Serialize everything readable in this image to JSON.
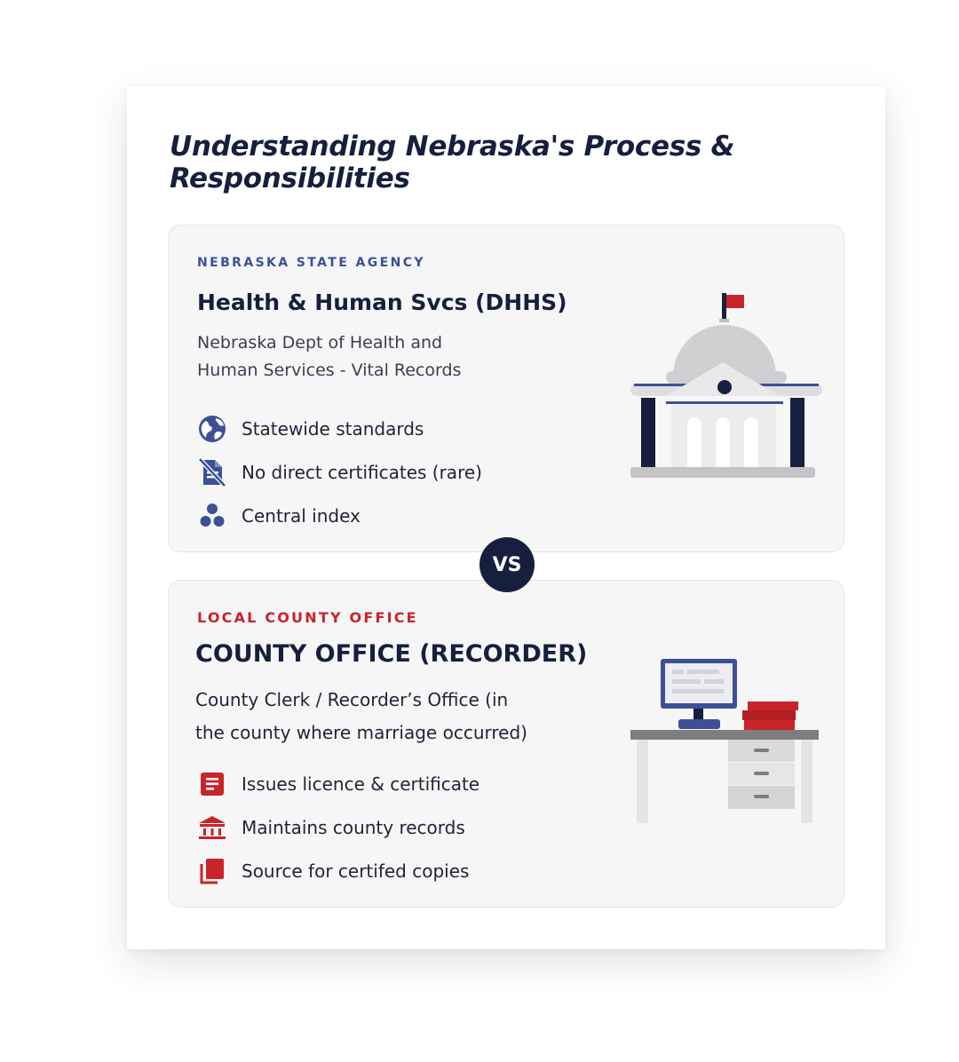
{
  "title": "Understanding Nebraska's Process & Responsibilities",
  "state": {
    "eyebrow": "NEBRASKA STATE AGENCY",
    "heading": "Health & Human Svcs (DHHS)",
    "description": "Nebraska Dept of Health and\nHuman Services - Vital Records",
    "items": [
      {
        "icon": "globe-icon",
        "label": "Statewide standards"
      },
      {
        "icon": "no-file-icon",
        "label": "No direct certificates (rare)"
      },
      {
        "icon": "dots-cluster-icon",
        "label": "Central index"
      }
    ],
    "accent": "#3d5096"
  },
  "vs_label": "VS",
  "county": {
    "eyebrow": "LOCAL COUNTY OFFICE",
    "heading": "COUNTY OFFICE (RECORDER)",
    "description": "County Clerk / Recorder’s Office (in\nthe county where marriage occurred)",
    "items": [
      {
        "icon": "document-icon",
        "label": "Issues licence & certificate"
      },
      {
        "icon": "bank-icon",
        "label": "Maintains county records"
      },
      {
        "icon": "copies-icon",
        "label": "Source for certifed copies"
      }
    ],
    "accent": "#c9242b"
  }
}
